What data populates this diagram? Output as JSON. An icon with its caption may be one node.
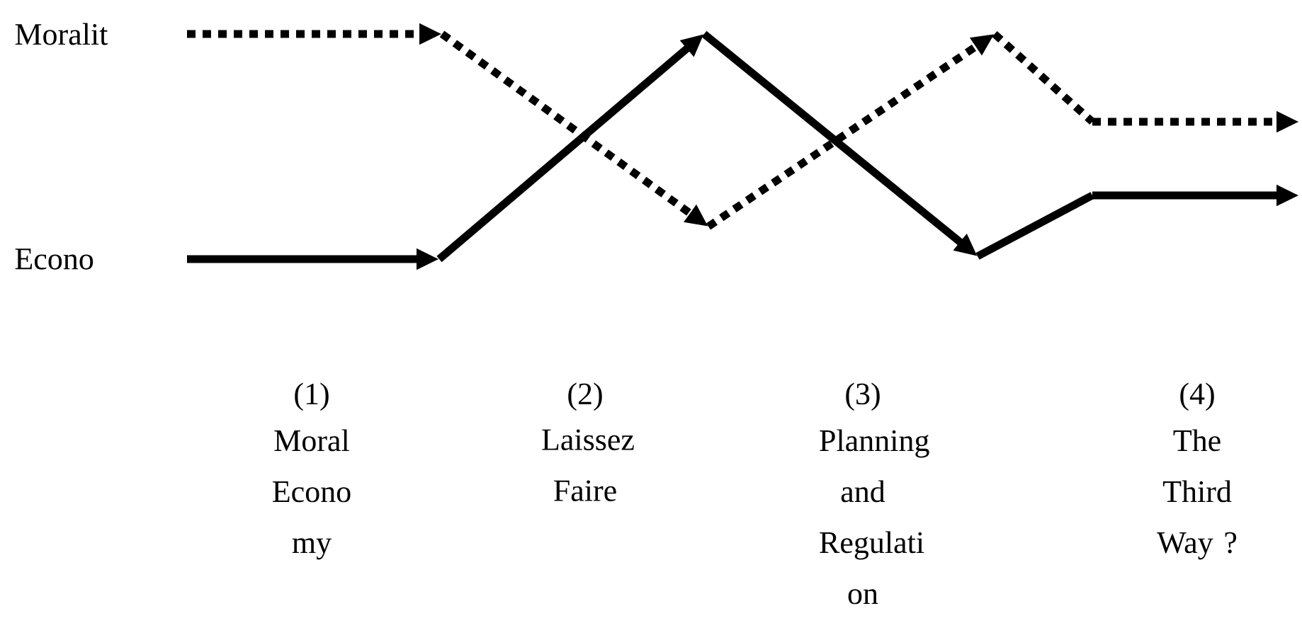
{
  "diagram": {
    "labels": [
      "Moralit",
      "Econo",
      "(1)",
      "Moral Econo my",
      "(2)",
      "Laissez Faire",
      "(3)",
      "Planning and Regulati on",
      "(4)",
      "The Third Way ?"
    ]
  }
}
